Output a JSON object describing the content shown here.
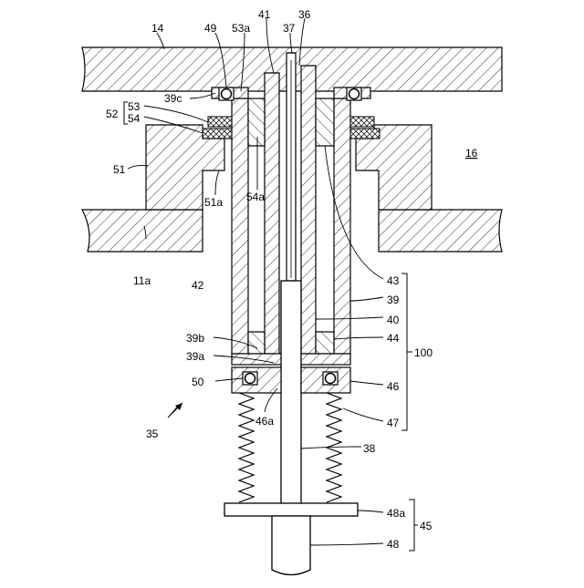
{
  "figure": {
    "labels": {
      "l14": "14",
      "l49": "49",
      "l53a": "53a",
      "l41": "41",
      "l37": "37",
      "l36": "36",
      "l39c": "39c",
      "l52": "52",
      "l53": "53",
      "l54": "54",
      "l16": "16",
      "l51": "51",
      "l51a": "51a",
      "l54a": "54a",
      "l11a": "11a",
      "l43": "43",
      "l42": "42",
      "l39": "39",
      "l40": "40",
      "l39b": "39b",
      "l44": "44",
      "l100": "100",
      "l39a": "39a",
      "l50": "50",
      "l46": "46",
      "l46a": "46a",
      "l47": "47",
      "l35": "35",
      "l38": "38",
      "l48a": "48a",
      "l45": "45",
      "l48": "48"
    }
  }
}
